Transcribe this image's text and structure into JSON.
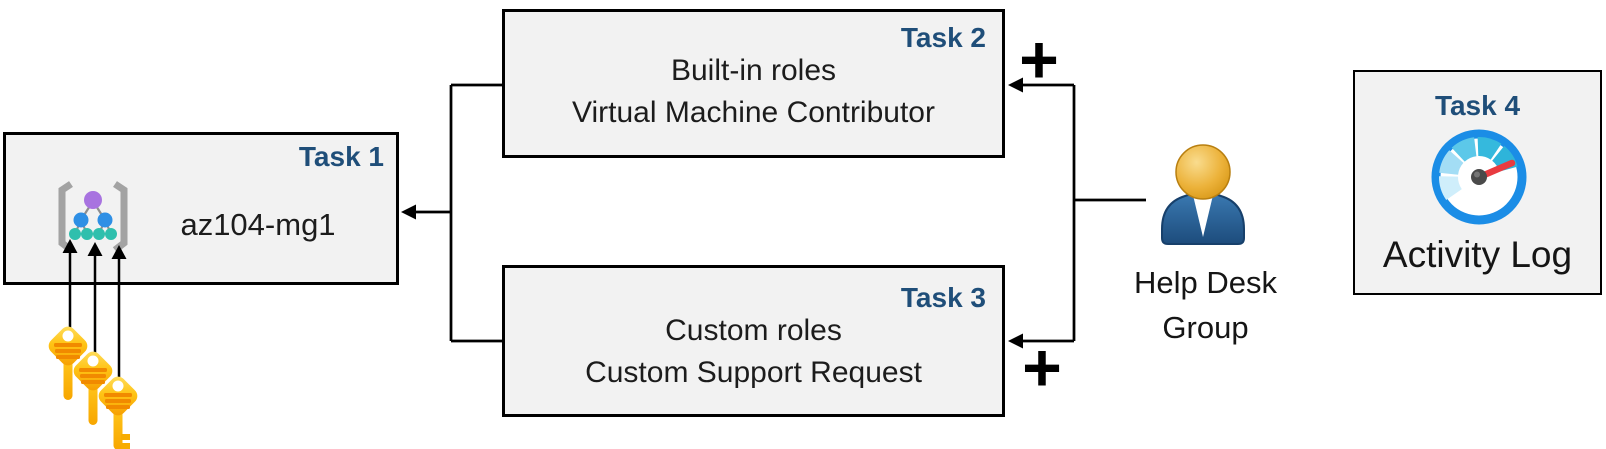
{
  "diagram": {
    "description": "Azure role assignment lab diagram with four tasks",
    "nodes": {
      "task1": {
        "badge": "Task 1",
        "title": "az104-mg1",
        "icon": "management-group-icon"
      },
      "task2": {
        "badge": "Task 2",
        "lines": [
          "Built-in roles",
          "Virtual Machine Contributor"
        ]
      },
      "task3": {
        "badge": "Task 3",
        "lines": [
          "Custom roles",
          "Custom Support Request"
        ]
      },
      "task4": {
        "badge": "Task 4",
        "caption": "Activity Log",
        "icon": "activity-log-gauge-icon"
      },
      "help_desk_group": {
        "label_line1": "Help Desk",
        "label_line2": "Group",
        "icon": "person-icon"
      },
      "keys": {
        "icon": "keys-icon",
        "count": 3
      }
    },
    "connectors": {
      "plus_top": "+",
      "plus_bottom": "+"
    },
    "colors": {
      "box_fill": "#f2f2f2",
      "box_border": "#000000",
      "task_badge": "#1f4e79",
      "body_text": "#1c1c1c",
      "line": "#000000",
      "gauge_ring_blue": "#1b8de6",
      "gauge_needle_red": "#e83b40",
      "key_gold": "#ffc415",
      "key_stripe_orange": "#f18a00",
      "person_body_blue": "#2e6da8",
      "person_head_gold": "#e8a81f",
      "mg_purple": "#a873e0",
      "mg_blue": "#2e8fe5",
      "mg_teal": "#2fbfad",
      "mg_bracket_gray": "#a3a3a3"
    }
  }
}
